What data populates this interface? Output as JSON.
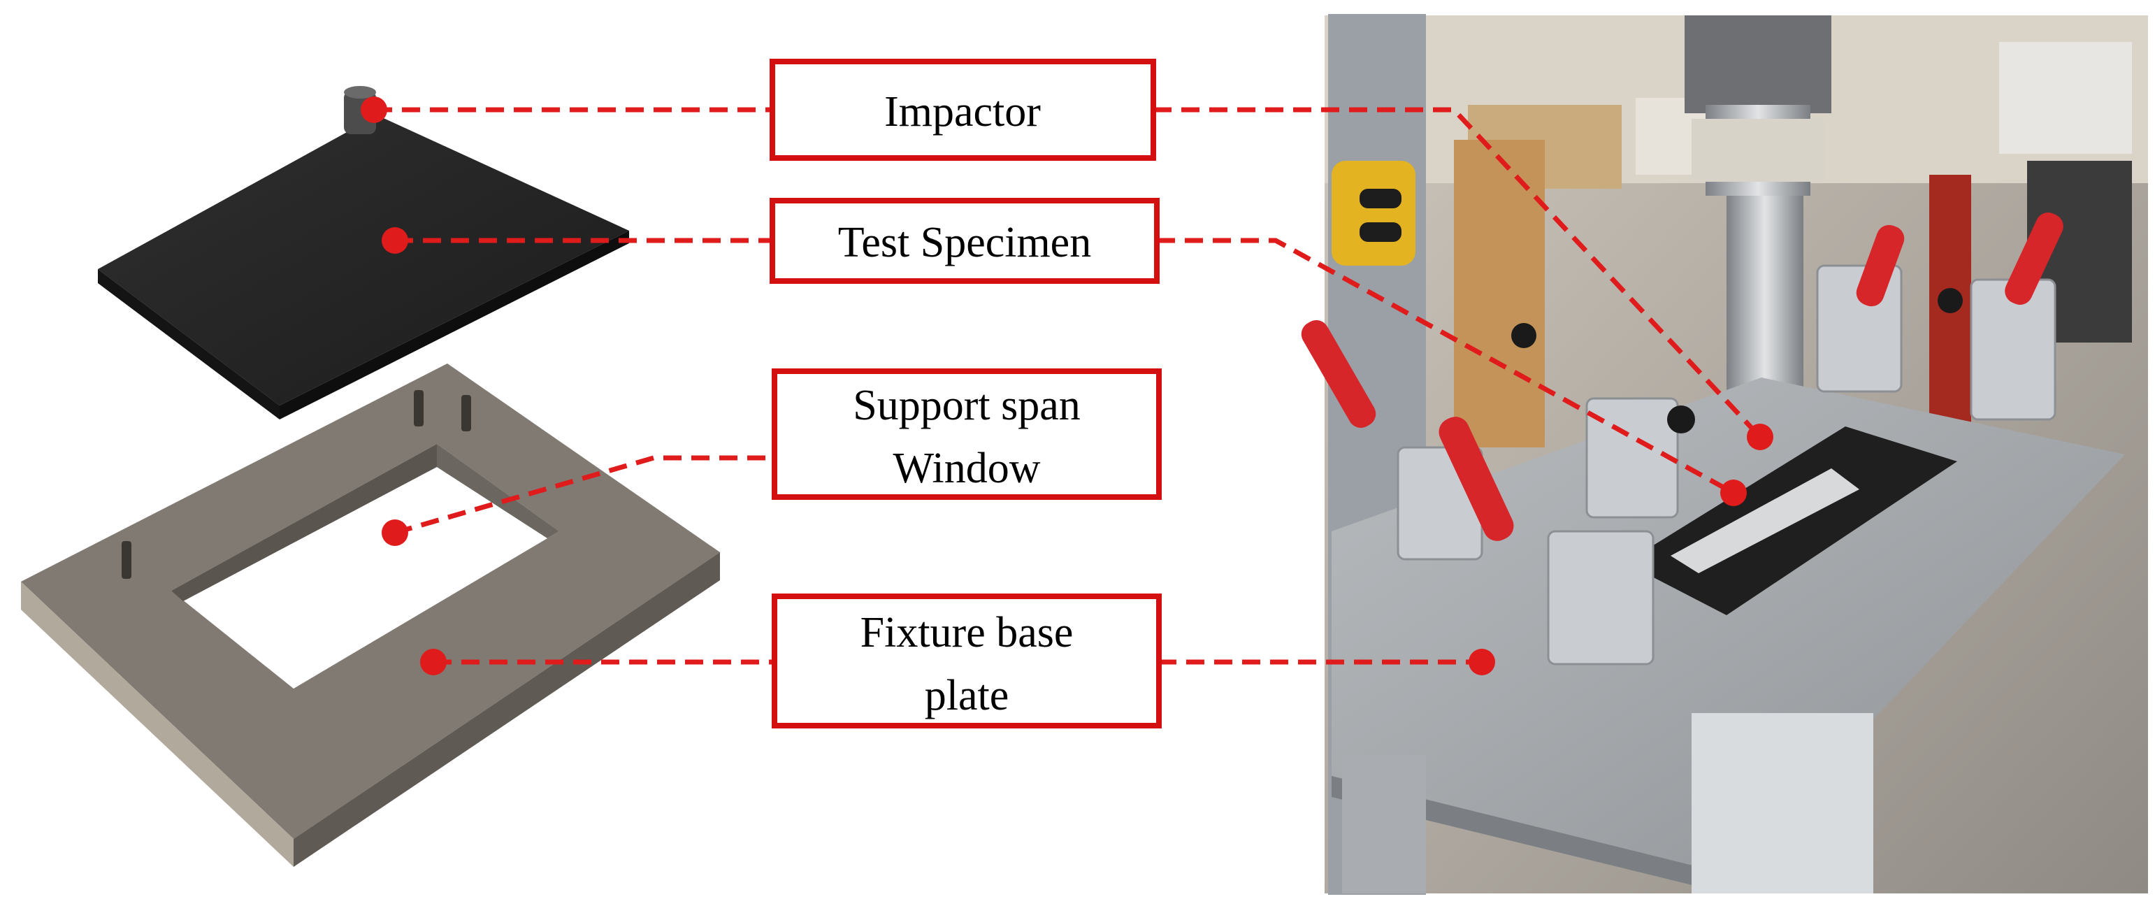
{
  "colors": {
    "accent": "#e01b1b",
    "box_border": "#d40f0f",
    "specimen": "#2a2a2a",
    "base_plate": "#8a847c",
    "impactor": "#5a5a5a"
  },
  "labels": {
    "impactor": [
      "Impactor"
    ],
    "test_specimen": [
      "Test Specimen"
    ],
    "support_span": [
      "Support span",
      "Window"
    ],
    "fixture_base": [
      "Fixture base",
      "plate"
    ]
  },
  "photo": {
    "description_icon": "test-rig-photo"
  }
}
